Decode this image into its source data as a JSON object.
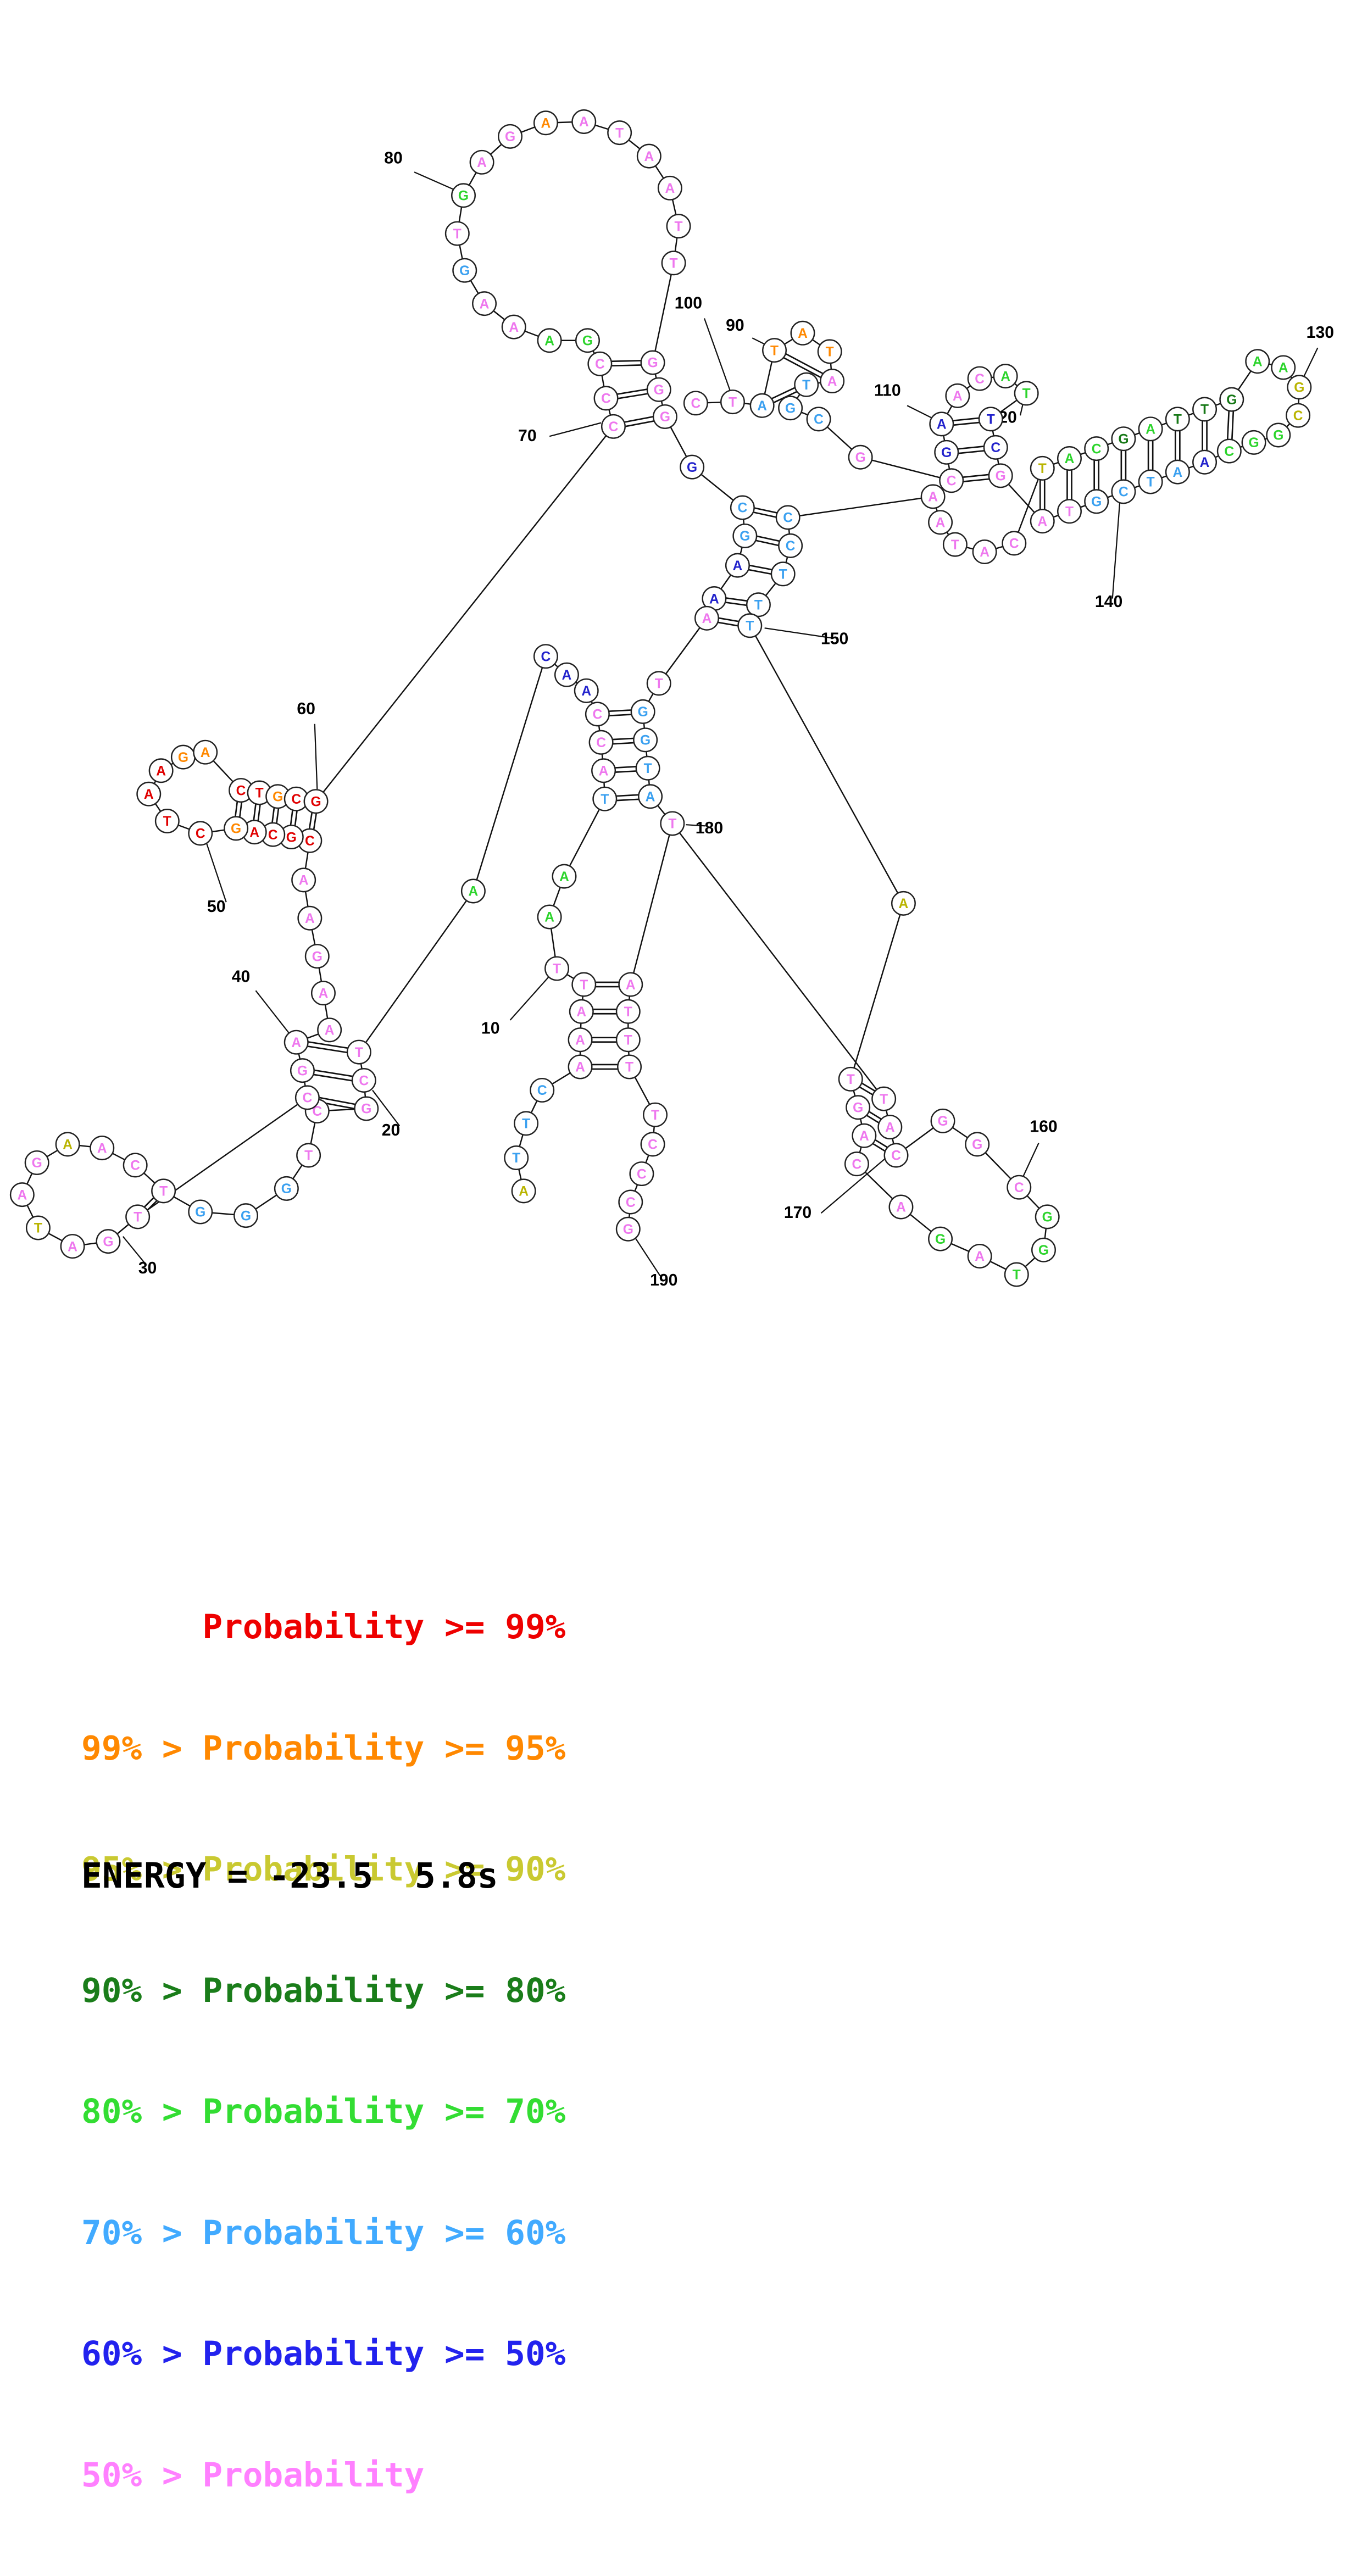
{
  "figure": {
    "view_w": 1108,
    "view_h": 1568
  },
  "palette": {
    "r": "#e00000",
    "o": "#ff8800",
    "y": "#b9b400",
    "dg": "#167816",
    "g": "#2cd42c",
    "c": "#3aa0f0",
    "b": "#2222cc",
    "p": "#ee77ee"
  },
  "structure": {
    "nodes": [
      [
        "A",
        426,
        969,
        "y"
      ],
      [
        "T",
        420,
        942,
        "c"
      ],
      [
        "T",
        428,
        914,
        "c"
      ],
      [
        "C",
        441,
        887,
        "c"
      ],
      [
        "A",
        472,
        868,
        "p"
      ],
      [
        "A",
        472,
        846,
        "p"
      ],
      [
        "A",
        473,
        823,
        "p"
      ],
      [
        "T",
        475,
        801,
        "p"
      ],
      [
        "T",
        453,
        788,
        "p"
      ],
      [
        "A",
        447,
        746,
        "g"
      ],
      [
        "A",
        459,
        713,
        "g"
      ],
      [
        "T",
        492,
        650,
        "c"
      ],
      [
        "A",
        491,
        627,
        "p"
      ],
      [
        "C",
        489,
        604,
        "p"
      ],
      [
        "C",
        486,
        581,
        "p"
      ],
      [
        "A",
        477,
        562,
        "b"
      ],
      [
        "A",
        461,
        549,
        "b"
      ],
      [
        "C",
        444,
        534,
        "b"
      ],
      [
        "A",
        385,
        725,
        "g"
      ],
      [
        "T",
        292,
        856,
        "p"
      ],
      [
        "C",
        296,
        879,
        "p"
      ],
      [
        "G",
        298,
        902,
        "p"
      ],
      [
        "C",
        258,
        904,
        "p"
      ],
      [
        "T",
        251,
        940,
        "p"
      ],
      [
        "G",
        233,
        967,
        "c"
      ],
      [
        "G",
        200,
        989,
        "c"
      ],
      [
        "G",
        163,
        986,
        "c"
      ],
      [
        "T",
        133,
        969,
        "p"
      ],
      [
        "C",
        110,
        948,
        "p"
      ],
      [
        "A",
        83,
        934,
        "p"
      ],
      [
        "A",
        55,
        931,
        "y"
      ],
      [
        "G",
        30,
        946,
        "p"
      ],
      [
        "A",
        18,
        972,
        "p"
      ],
      [
        "T",
        31,
        999,
        "y"
      ],
      [
        "A",
        59,
        1014,
        "p"
      ],
      [
        "G",
        88,
        1010,
        "p"
      ],
      [
        "T",
        112,
        990,
        "p"
      ],
      [
        "C",
        250,
        893,
        "p"
      ],
      [
        "G",
        246,
        871,
        "p"
      ],
      [
        "A",
        241,
        848,
        "p"
      ],
      [
        "A",
        268,
        838,
        "p"
      ],
      [
        "A",
        263,
        808,
        "p"
      ],
      [
        "G",
        258,
        778,
        "p"
      ],
      [
        "A",
        252,
        747,
        "p"
      ],
      [
        "A",
        247,
        716,
        "p"
      ],
      [
        "C",
        252,
        684,
        "r"
      ],
      [
        "G",
        237,
        681,
        "r"
      ],
      [
        "C",
        222,
        679,
        "r"
      ],
      [
        "A",
        207,
        677,
        "r"
      ],
      [
        "G",
        192,
        674,
        "o"
      ],
      [
        "C",
        163,
        678,
        "r"
      ],
      [
        "T",
        136,
        668,
        "r"
      ],
      [
        "A",
        121,
        646,
        "r"
      ],
      [
        "A",
        131,
        627,
        "r"
      ],
      [
        "G",
        149,
        616,
        "o"
      ],
      [
        "A",
        167,
        612,
        "o"
      ],
      [
        "C",
        196,
        643,
        "r"
      ],
      [
        "T",
        211,
        645,
        "r"
      ],
      [
        "G",
        226,
        648,
        "o"
      ],
      [
        "C",
        241,
        650,
        "r"
      ],
      [
        "G",
        257,
        652,
        "r"
      ],
      [
        "C",
        499,
        347,
        "p"
      ],
      [
        "C",
        493,
        324,
        "p"
      ],
      [
        "C",
        488,
        296,
        "p"
      ],
      [
        "G",
        478,
        277,
        "g"
      ],
      [
        "A",
        447,
        277,
        "g"
      ],
      [
        "A",
        418,
        266,
        "p"
      ],
      [
        "A",
        394,
        247,
        "p"
      ],
      [
        "G",
        378,
        220,
        "c"
      ],
      [
        "T",
        372,
        190,
        "p"
      ],
      [
        "G",
        377,
        159,
        "g"
      ],
      [
        "A",
        392,
        132,
        "p"
      ],
      [
        "G",
        415,
        111,
        "p"
      ],
      [
        "A",
        444,
        100,
        "o"
      ],
      [
        "A",
        475,
        99,
        "p"
      ],
      [
        "T",
        504,
        108,
        "p"
      ],
      [
        "A",
        528,
        127,
        "p"
      ],
      [
        "A",
        545,
        153,
        "p"
      ],
      [
        "T",
        552,
        184,
        "p"
      ],
      [
        "T",
        548,
        214,
        "p"
      ],
      [
        "G",
        531,
        295,
        "p"
      ],
      [
        "G",
        536,
        317,
        "p"
      ],
      [
        "G",
        541,
        339,
        "p"
      ],
      [
        "G",
        563,
        380,
        "b"
      ],
      [
        "C",
        604,
        413,
        "c"
      ],
      [
        "G",
        606,
        436,
        "c"
      ],
      [
        "A",
        600,
        460,
        "b"
      ],
      [
        "A",
        581,
        487,
        "b"
      ],
      [
        "A",
        575,
        503,
        "p"
      ],
      [
        "T",
        536,
        556,
        "p"
      ],
      [
        "G",
        523,
        579,
        "c"
      ],
      [
        "G",
        525,
        602,
        "c"
      ],
      [
        "T",
        527,
        625,
        "c"
      ],
      [
        "A",
        529,
        648,
        "c"
      ],
      [
        "T",
        547,
        670,
        "p"
      ],
      [
        "A",
        513,
        801,
        "p"
      ],
      [
        "T",
        511,
        823,
        "p"
      ],
      [
        "T",
        511,
        846,
        "p"
      ],
      [
        "T",
        512,
        868,
        "p"
      ],
      [
        "T",
        533,
        907,
        "p"
      ],
      [
        "C",
        531,
        931,
        "p"
      ],
      [
        "C",
        522,
        955,
        "p"
      ],
      [
        "C",
        513,
        978,
        "p"
      ],
      [
        "G",
        511,
        1000,
        "p"
      ],
      [
        "C",
        641,
        421,
        "c"
      ],
      [
        "C",
        643,
        444,
        "c"
      ],
      [
        "T",
        637,
        467,
        "c"
      ],
      [
        "T",
        617,
        492,
        "c"
      ],
      [
        "T",
        610,
        509,
        "c"
      ],
      [
        "C",
        566,
        328,
        "p"
      ],
      [
        "T",
        596,
        327,
        "p"
      ],
      [
        "A",
        620,
        330,
        "c"
      ],
      [
        "T",
        630,
        285,
        "o"
      ],
      [
        "A",
        653,
        271,
        "o"
      ],
      [
        "T",
        675,
        286,
        "o"
      ],
      [
        "A",
        677,
        310,
        "p"
      ],
      [
        "T",
        656,
        313,
        "c"
      ],
      [
        "G",
        643,
        332,
        "c"
      ],
      [
        "C",
        666,
        341,
        "c"
      ],
      [
        "G",
        700,
        372,
        "p"
      ],
      [
        "C",
        774,
        391,
        "p"
      ],
      [
        "G",
        770,
        368,
        "b"
      ],
      [
        "A",
        766,
        345,
        "b"
      ],
      [
        "A",
        779,
        322,
        "p"
      ],
      [
        "C",
        797,
        308,
        "p"
      ],
      [
        "A",
        818,
        306,
        "g"
      ],
      [
        "T",
        835,
        320,
        "g"
      ],
      [
        "T",
        806,
        341,
        "b"
      ],
      [
        "C",
        810,
        364,
        "b"
      ],
      [
        "G",
        814,
        387,
        "p"
      ],
      [
        "A",
        848,
        424,
        "p"
      ],
      [
        "T",
        870,
        416,
        "p"
      ],
      [
        "G",
        892,
        408,
        "c"
      ],
      [
        "C",
        914,
        400,
        "c"
      ],
      [
        "T",
        936,
        392,
        "c"
      ],
      [
        "A",
        958,
        384,
        "c"
      ],
      [
        "A",
        980,
        376,
        "b"
      ],
      [
        "C",
        1000,
        367,
        "g"
      ],
      [
        "G",
        1020,
        360,
        "g"
      ],
      [
        "G",
        1040,
        354,
        "g"
      ],
      [
        "C",
        1056,
        338,
        "y"
      ],
      [
        "G",
        1057,
        315,
        "y"
      ],
      [
        "A",
        1044,
        299,
        "g"
      ],
      [
        "A",
        1023,
        294,
        "g"
      ],
      [
        "G",
        1002,
        325,
        "dg"
      ],
      [
        "T",
        980,
        333,
        "dg"
      ],
      [
        "T",
        958,
        341,
        "dg"
      ],
      [
        "A",
        936,
        349,
        "g"
      ],
      [
        "G",
        914,
        357,
        "dg"
      ],
      [
        "C",
        892,
        365,
        "g"
      ],
      [
        "A",
        870,
        373,
        "g"
      ],
      [
        "T",
        848,
        381,
        "y"
      ],
      [
        "C",
        825,
        442,
        "p"
      ],
      [
        "A",
        801,
        449,
        "p"
      ],
      [
        "T",
        777,
        443,
        "p"
      ],
      [
        "A",
        765,
        425,
        "p"
      ],
      [
        "A",
        759,
        404,
        "p"
      ],
      [
        "A",
        735,
        735,
        "y"
      ],
      [
        "T",
        692,
        878,
        "p"
      ],
      [
        "G",
        698,
        901,
        "p"
      ],
      [
        "A",
        703,
        924,
        "p"
      ],
      [
        "C",
        697,
        947,
        "p"
      ],
      [
        "A",
        733,
        982,
        "p"
      ],
      [
        "G",
        765,
        1008,
        "g"
      ],
      [
        "A",
        797,
        1022,
        "p"
      ],
      [
        "T",
        827,
        1037,
        "g"
      ],
      [
        "G",
        849,
        1017,
        "g"
      ],
      [
        "G",
        852,
        990,
        "g"
      ],
      [
        "C",
        829,
        966,
        "p"
      ],
      [
        "G",
        795,
        931,
        "p"
      ],
      [
        "G",
        767,
        912,
        "p"
      ],
      [
        "C",
        729,
        940,
        "p"
      ],
      [
        "A",
        724,
        917,
        "p"
      ],
      [
        "T",
        719,
        894,
        "p"
      ]
    ],
    "chains": [
      [
        [
          1,
          104
        ]
      ],
      [
        [
          110,
          157
        ],
        [
          105,
          109
        ],
        [
          158,
          174
        ],
        [
          95,
          95
        ]
      ]
    ],
    "pairs": [
      [
        62,
        83
      ],
      [
        63,
        82
      ],
      [
        64,
        81
      ],
      [
        46,
        61
      ],
      [
        47,
        60
      ],
      [
        48,
        59
      ],
      [
        49,
        58
      ],
      [
        50,
        57
      ],
      [
        20,
        40
      ],
      [
        21,
        39
      ],
      [
        22,
        38
      ],
      [
        28,
        37
      ],
      [
        15,
        91
      ],
      [
        14,
        92
      ],
      [
        13,
        93
      ],
      [
        12,
        94
      ],
      [
        8,
        96
      ],
      [
        7,
        97
      ],
      [
        6,
        98
      ],
      [
        5,
        99
      ],
      [
        85,
        105
      ],
      [
        86,
        106
      ],
      [
        87,
        107
      ],
      [
        88,
        108
      ],
      [
        89,
        109
      ],
      [
        112,
        117
      ],
      [
        113,
        116
      ],
      [
        121,
        130
      ],
      [
        122,
        129
      ],
      [
        123,
        128
      ],
      [
        131,
        152
      ],
      [
        132,
        151
      ],
      [
        133,
        150
      ],
      [
        134,
        149
      ],
      [
        135,
        148
      ],
      [
        136,
        147
      ],
      [
        137,
        146
      ],
      [
        138,
        145
      ],
      [
        159,
        174
      ],
      [
        160,
        173
      ],
      [
        161,
        172
      ]
    ],
    "labels": [
      [
        "10",
        399,
        841,
        415,
        830,
        448,
        793
      ],
      [
        "20",
        318,
        924,
        325,
        916,
        303,
        887
      ],
      [
        "30",
        120,
        1036,
        118,
        1028,
        100,
        1006
      ],
      [
        "40",
        196,
        799,
        208,
        806,
        237,
        843
      ],
      [
        "50",
        176,
        742,
        184,
        734,
        168,
        686
      ],
      [
        "60",
        249,
        581,
        256,
        589,
        258,
        642
      ],
      [
        "70",
        429,
        359,
        447,
        355,
        489,
        344
      ],
      [
        "80",
        320,
        133,
        337,
        140,
        371,
        155
      ],
      [
        "90",
        598,
        269,
        612,
        275,
        626,
        282
      ],
      [
        "100",
        560,
        251,
        573,
        259,
        594,
        318
      ],
      [
        "110",
        722,
        322,
        738,
        330,
        762,
        342
      ],
      [
        "120",
        816,
        344,
        830,
        338,
        833,
        325
      ],
      [
        "130",
        1074,
        275,
        1072,
        283,
        1059,
        310
      ],
      [
        "140",
        902,
        494,
        905,
        487,
        911,
        408
      ],
      [
        "150",
        679,
        524,
        676,
        519,
        622,
        511
      ],
      [
        "160",
        849,
        921,
        845,
        930,
        832,
        958
      ],
      [
        "170",
        649,
        991,
        668,
        987,
        722,
        941
      ],
      [
        "180",
        577,
        678,
        574,
        672,
        558,
        671
      ],
      [
        "190",
        540,
        1046,
        537,
        1038,
        516,
        1006
      ]
    ]
  },
  "legend": {
    "rows": [
      {
        "text": "      Probability >= 99%",
        "color": "#ee0000"
      },
      {
        "text": "99% > Probability >= 95%",
        "color": "#ff8800"
      },
      {
        "text": "95% > Probability >= 90%",
        "color": "#c9c931"
      },
      {
        "text": "90% > Probability >= 80%",
        "color": "#1a7d1a"
      },
      {
        "text": "80% > Probability >= 70%",
        "color": "#33dd33"
      },
      {
        "text": "70% > Probability >= 60%",
        "color": "#41aaff"
      },
      {
        "text": "60% > Probability >= 50%",
        "color": "#2222ee"
      },
      {
        "text": "50% > Probability",
        "color": "#ff80ff"
      }
    ]
  },
  "energy": {
    "text": "ENERGY = -23.5  5.8s"
  }
}
